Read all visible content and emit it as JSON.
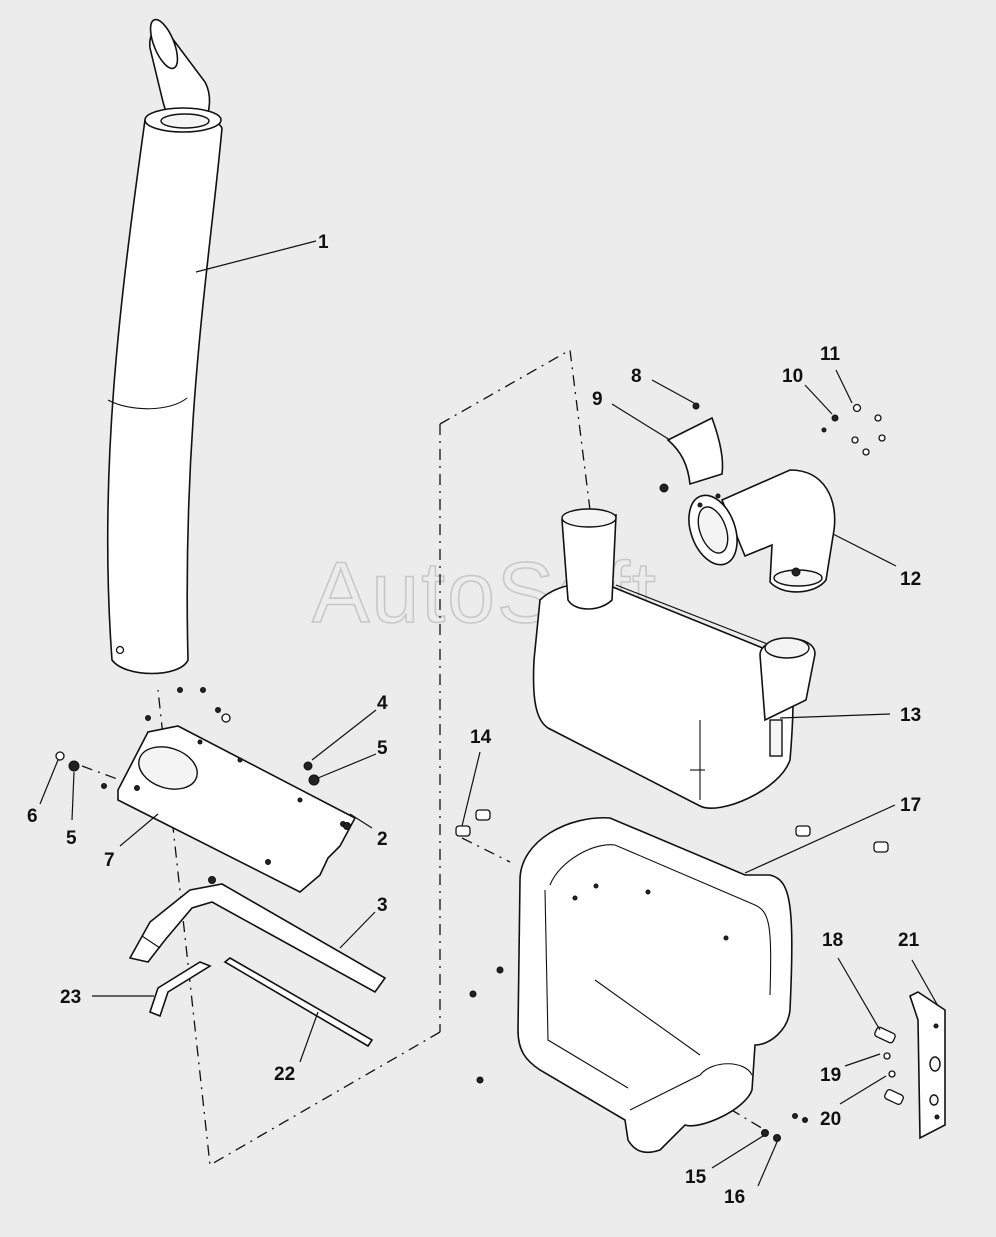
{
  "watermark": "AutoSoft",
  "callouts": [
    "1",
    "2",
    "3",
    "4",
    "5",
    "5",
    "6",
    "7",
    "8",
    "9",
    "10",
    "11",
    "12",
    "13",
    "14",
    "15",
    "16",
    "17",
    "18",
    "19",
    "20",
    "21",
    "22",
    "23"
  ],
  "colors": {
    "background": "#ececec",
    "line": "#111111",
    "watermark": "#c8c8c8"
  }
}
